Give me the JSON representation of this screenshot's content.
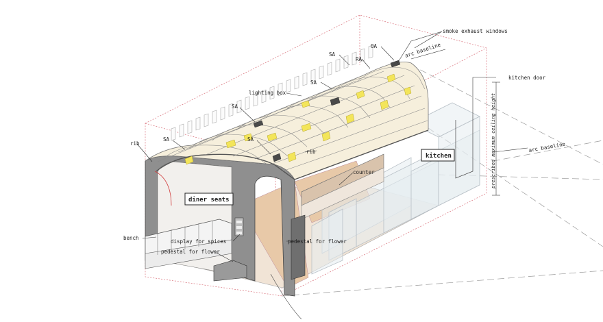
{
  "labels": {
    "smoke_exhaust_windows": "smoke exhaust windows",
    "oa": "OA",
    "arc_baseline_top": "arc baseline",
    "sa_1": "SA",
    "ra": "RA",
    "kitchen_door": "kitchen door",
    "lighting_box": "lighting box",
    "sa_2": "SA",
    "sa_3": "SA",
    "prescribed_ceiling_height": "prescribed maximum ceiling height",
    "rib_left": "rib",
    "sa_4": "SA",
    "sa_5": "SA",
    "rib_center": "rib",
    "kitchen": "kitchen",
    "arc_baseline_right": "arc baseline",
    "counter": "counter",
    "diner_seats": "diner seats",
    "bench": "bench",
    "display_for_spices": "display for spices",
    "pedestal_for_flower_left": "pedestal for flower",
    "pedestal_for_flower_right": "pedestal for flower"
  },
  "colors": {
    "canopy_fill": "#f6efdc",
    "rib_lines": "#8a8a8a",
    "lighting_panel": "#f3e55a",
    "vent_dark": "#4a4a4a",
    "end_wall": "#8f8f8f",
    "wood_floor": "#e8c9a8",
    "red_dashed": "#d9707a",
    "glass_walls": "#bfc6cc"
  }
}
